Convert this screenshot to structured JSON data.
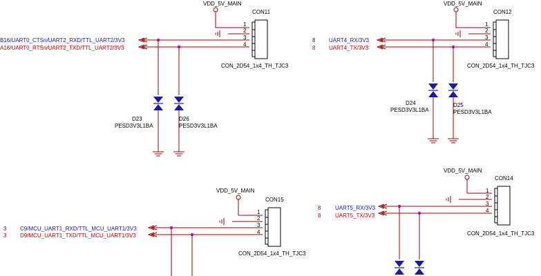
{
  "power_label": "VDD_5V_MAIN",
  "connector_part": "CON_2D54_1x4_TH_TJC3",
  "diode_part": "PESD3V3L1BA",
  "pins": [
    "1",
    "2",
    "3",
    "4"
  ],
  "colors": {
    "wire": "#a00000",
    "net_rx": "#1a1aa8",
    "net_tx": "#cc0000",
    "junction": "#cc00cc",
    "diode": "#1a1aa8"
  },
  "blocks": {
    "con11": {
      "ref": "CON11",
      "rx_net": "B16/UART0_CTSn/UART2_RXD/TTL_UART2/3V3",
      "tx_net": "A16/UART0_RTSn/UART2_TXD/TTL_UART2/3V3",
      "diode_a": "D23",
      "diode_b": "D26"
    },
    "con12": {
      "ref": "CON12",
      "rx_prefix": "8",
      "tx_prefix": "8",
      "rx_net": "UART4_RX/3V3",
      "tx_net": "UART4_TX/3V3",
      "diode_a": "D24",
      "diode_b": "D25"
    },
    "con15": {
      "ref": "CON15",
      "rx_prefix": "3",
      "tx_prefix": "3",
      "rx_net": "C9/MCU_UART1_RXD/TTL_MCU_UART1/3V3",
      "tx_net": "D9/MCU_UART1_TXD/TTL_MCU_UART1/3V3"
    },
    "con14": {
      "ref": "CON14",
      "rx_prefix": "8",
      "tx_prefix": "8",
      "rx_net": "UART5_RX/3V3",
      "tx_net": "UART5_TX/3V3"
    }
  }
}
